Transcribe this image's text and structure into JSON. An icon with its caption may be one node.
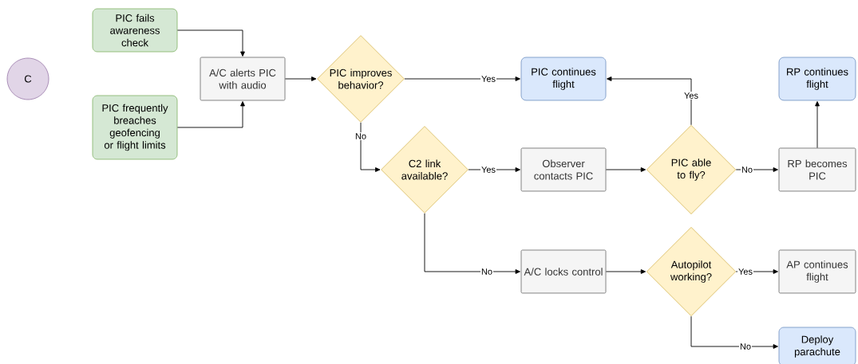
{
  "diagram": {
    "nodes": [
      {
        "text": [
          "C"
        ]
      },
      {
        "text": [
          "PIC fails awareness check"
        ]
      },
      {
        "text": [
          "PIC frequently breaches geofencing or flight limits"
        ]
      },
      {
        "text": [
          "A/C alerts PIC with audio"
        ]
      },
      {
        "text": [
          "PIC improves behavior?"
        ]
      },
      {
        "text": [
          "PIC continues flight"
        ]
      },
      {
        "text": [
          "RP continues flight"
        ]
      },
      {
        "text": [
          "C2 link available?"
        ]
      },
      {
        "text": [
          "Observer contacts PIC"
        ]
      },
      {
        "text": [
          "PIC able to fly?"
        ]
      },
      {
        "text": [
          "RP becomes PIC"
        ]
      },
      {
        "text": [
          "A/C locks control"
        ]
      },
      {
        "text": [
          "Autopilot working?"
        ]
      },
      {
        "text": [
          "AP continues flight"
        ]
      },
      {
        "text": [
          "Deploy parachute"
        ]
      }
    ],
    "edges": [
      {
        "from": 1,
        "to": 3,
        "arrow": "to"
      },
      {
        "from": 2,
        "to": 3,
        "arrow": "to"
      },
      {
        "from": 3,
        "to": 4,
        "arrow": "to"
      },
      {
        "from": 4,
        "to": 5,
        "arrow": "to",
        "label": "Yes"
      },
      {
        "from": 4,
        "to": 7,
        "arrow": "to",
        "label": "No"
      },
      {
        "from": 7,
        "to": 8,
        "arrow": "to",
        "label": "Yes"
      },
      {
        "from": 8,
        "to": 9,
        "arrow": "to"
      },
      {
        "from": 9,
        "to": 5,
        "arrow": "to",
        "label": "Yes"
      },
      {
        "from": 9,
        "to": 10,
        "arrow": "to",
        "label": "No"
      },
      {
        "from": 10,
        "to": 6,
        "arrow": "to"
      },
      {
        "from": 7,
        "to": 11,
        "arrow": "to",
        "label": "No"
      },
      {
        "from": 11,
        "to": 12,
        "arrow": "to"
      },
      {
        "from": 12,
        "to": 13,
        "arrow": "to",
        "label": "Yes"
      },
      {
        "from": 12,
        "to": 14,
        "arrow": "to",
        "label": "No"
      }
    ]
  }
}
